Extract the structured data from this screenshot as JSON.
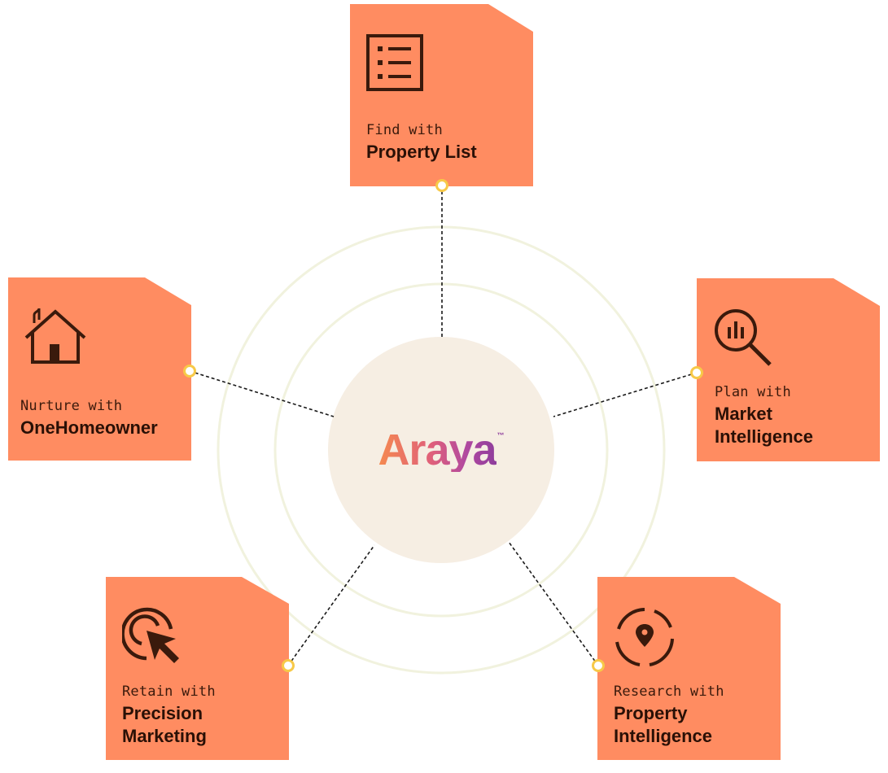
{
  "brand": {
    "name": "Araya",
    "trademark": "™",
    "gradient": [
      "#f58a4f",
      "#e0607a",
      "#b048a0",
      "#8e3d9c"
    ]
  },
  "colors": {
    "card": "#ff8c61",
    "card_fold": "#f57d52",
    "icon": "#3a1a0c",
    "center": "#f6eee3",
    "rings": "#f1f2de",
    "connector_dot_ring": "#f7c948"
  },
  "cards": [
    {
      "id": "property-list",
      "icon": "list-icon",
      "lead": "Find with",
      "title_lines": [
        "Property List"
      ]
    },
    {
      "id": "market-intelligence",
      "icon": "magnifier-chart-icon",
      "lead": "Plan with",
      "title_lines": [
        "Market",
        "Intelligence"
      ]
    },
    {
      "id": "property-intelligence",
      "icon": "location-pin-icon",
      "lead": "Research with",
      "title_lines": [
        "Property",
        "Intelligence"
      ]
    },
    {
      "id": "precision-marketing",
      "icon": "cursor-click-icon",
      "lead": "Retain with",
      "title_lines": [
        "Precision",
        "Marketing"
      ]
    },
    {
      "id": "onehomeowner",
      "icon": "house-icon",
      "lead": "Nurture with",
      "title_lines": [
        "OneHomeowner"
      ]
    }
  ]
}
